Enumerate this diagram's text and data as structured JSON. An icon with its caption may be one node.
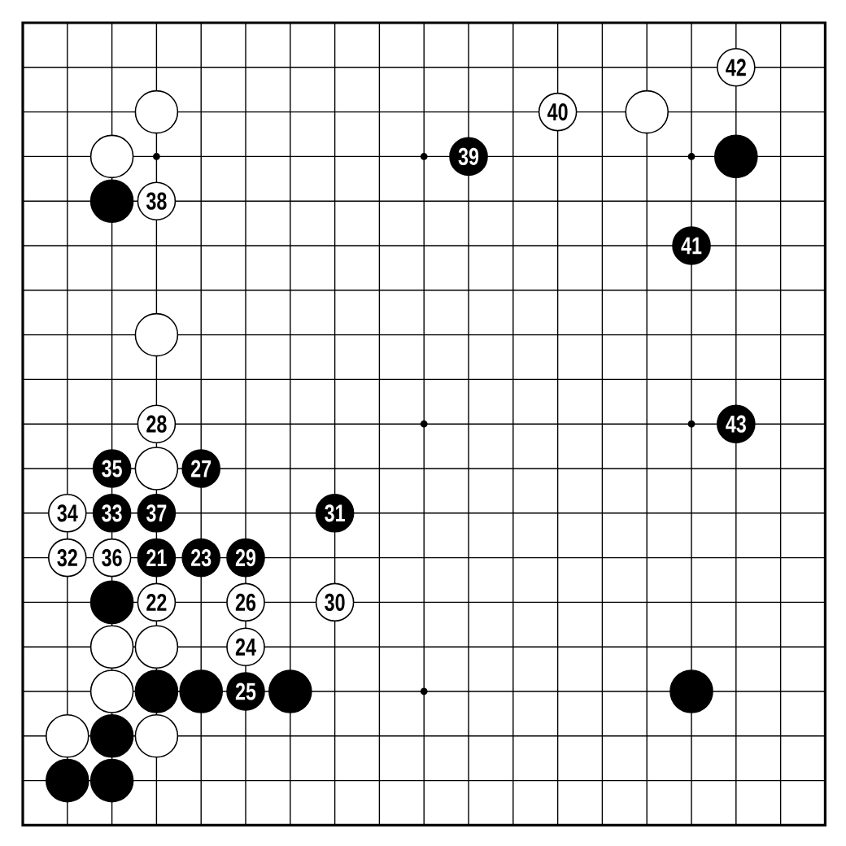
{
  "diagram": {
    "nodes": [
      {
        "text": [
          "42"
        ]
      },
      {
        "text": [],
        "shape": "circle"
      },
      {
        "text": [
          "40"
        ]
      },
      {
        "text": [],
        "shape": "circle"
      },
      {
        "text": [],
        "shape": "circle"
      },
      {
        "text": [
          "39"
        ]
      },
      {
        "text": [],
        "shape": "circle"
      },
      {
        "text": [],
        "shape": "circle"
      },
      {
        "text": [
          "38"
        ]
      },
      {
        "text": [
          "41"
        ]
      },
      {
        "text": [],
        "shape": "circle"
      },
      {
        "text": [
          "28"
        ]
      },
      {
        "text": [
          "43"
        ]
      },
      {
        "text": [
          "35"
        ]
      },
      {
        "text": [],
        "shape": "circle"
      },
      {
        "text": [
          "27"
        ]
      },
      {
        "text": [
          "34"
        ]
      },
      {
        "text": [
          "33"
        ]
      },
      {
        "text": [
          "37"
        ]
      },
      {
        "text": [
          "31"
        ]
      },
      {
        "text": [
          "32"
        ]
      },
      {
        "text": [
          "36"
        ]
      },
      {
        "text": [
          "21"
        ]
      },
      {
        "text": [
          "23"
        ]
      },
      {
        "text": [
          "29"
        ]
      },
      {
        "text": [],
        "shape": "circle"
      },
      {
        "text": [
          "22"
        ]
      },
      {
        "text": [
          "26"
        ]
      },
      {
        "text": [
          "30"
        ]
      },
      {
        "text": [],
        "shape": "circle"
      },
      {
        "text": [],
        "shape": "circle"
      },
      {
        "text": [
          "24"
        ]
      },
      {
        "text": [],
        "shape": "circle"
      },
      {
        "text": [],
        "shape": "circle"
      },
      {
        "text": [],
        "shape": "circle"
      },
      {
        "text": [
          "25"
        ]
      },
      {
        "text": [],
        "shape": "circle"
      },
      {
        "text": [],
        "shape": "circle"
      },
      {
        "text": [],
        "shape": "circle"
      },
      {
        "text": [],
        "shape": "circle"
      },
      {
        "text": [],
        "shape": "circle"
      },
      {
        "text": [],
        "shape": "circle"
      },
      {
        "text": [],
        "shape": "circle"
      }
    ]
  }
}
